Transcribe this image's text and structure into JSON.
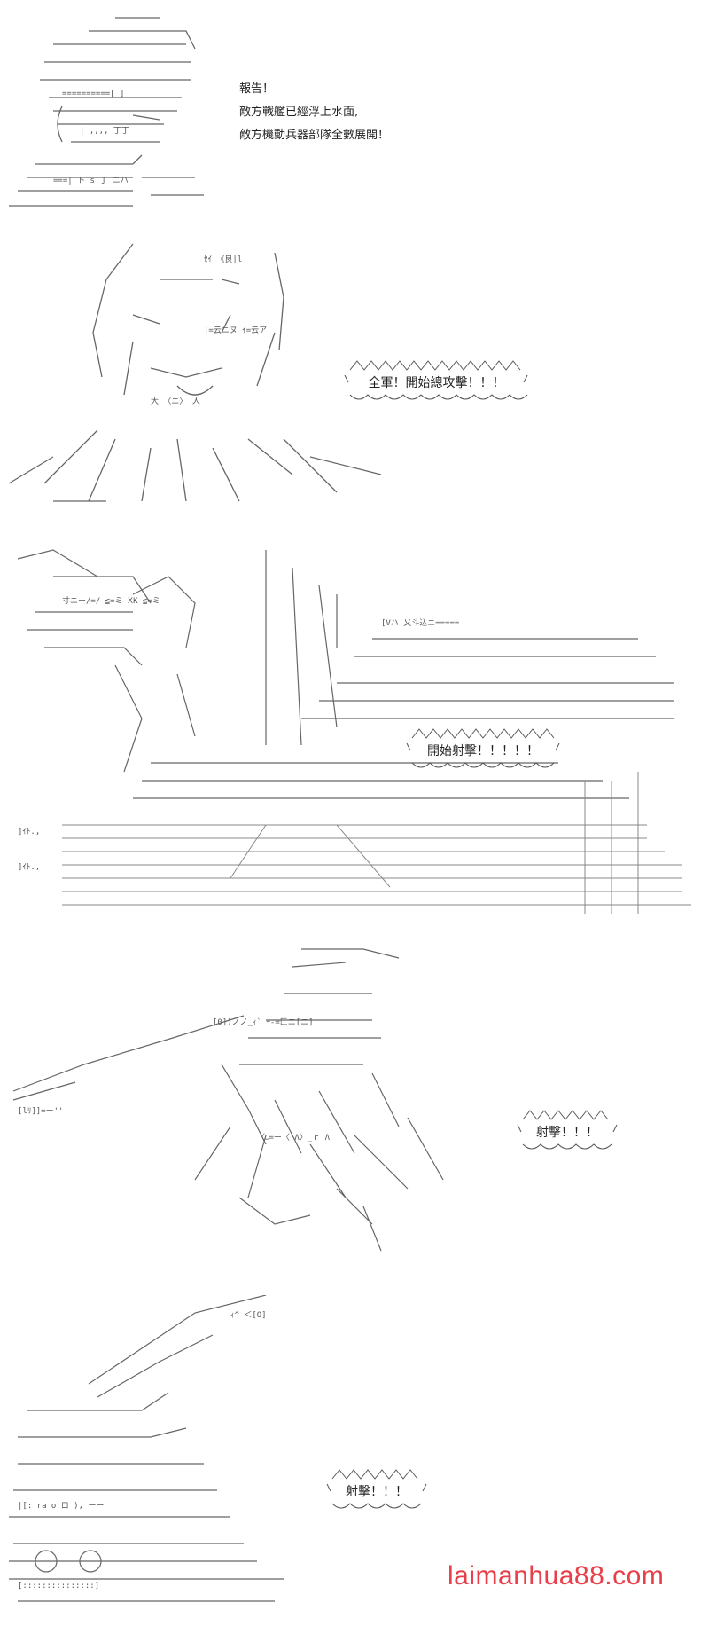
{
  "panels": [
    {
      "id": "panel-1",
      "dialog": [
        "報告！",
        "敵方戰艦已經浮上水面,",
        "敵方機動兵器部隊全數展開！"
      ]
    },
    {
      "id": "panel-2",
      "bubble": "全軍！開始總攻擊！！！"
    },
    {
      "id": "panel-3",
      "bubble": "開始射擊！！！！！"
    },
    {
      "id": "panel-4",
      "bubble": "射擊！！！"
    },
    {
      "id": "panel-5",
      "bubble": "射擊！！！"
    }
  ],
  "watermark": "laimanhua88.com"
}
